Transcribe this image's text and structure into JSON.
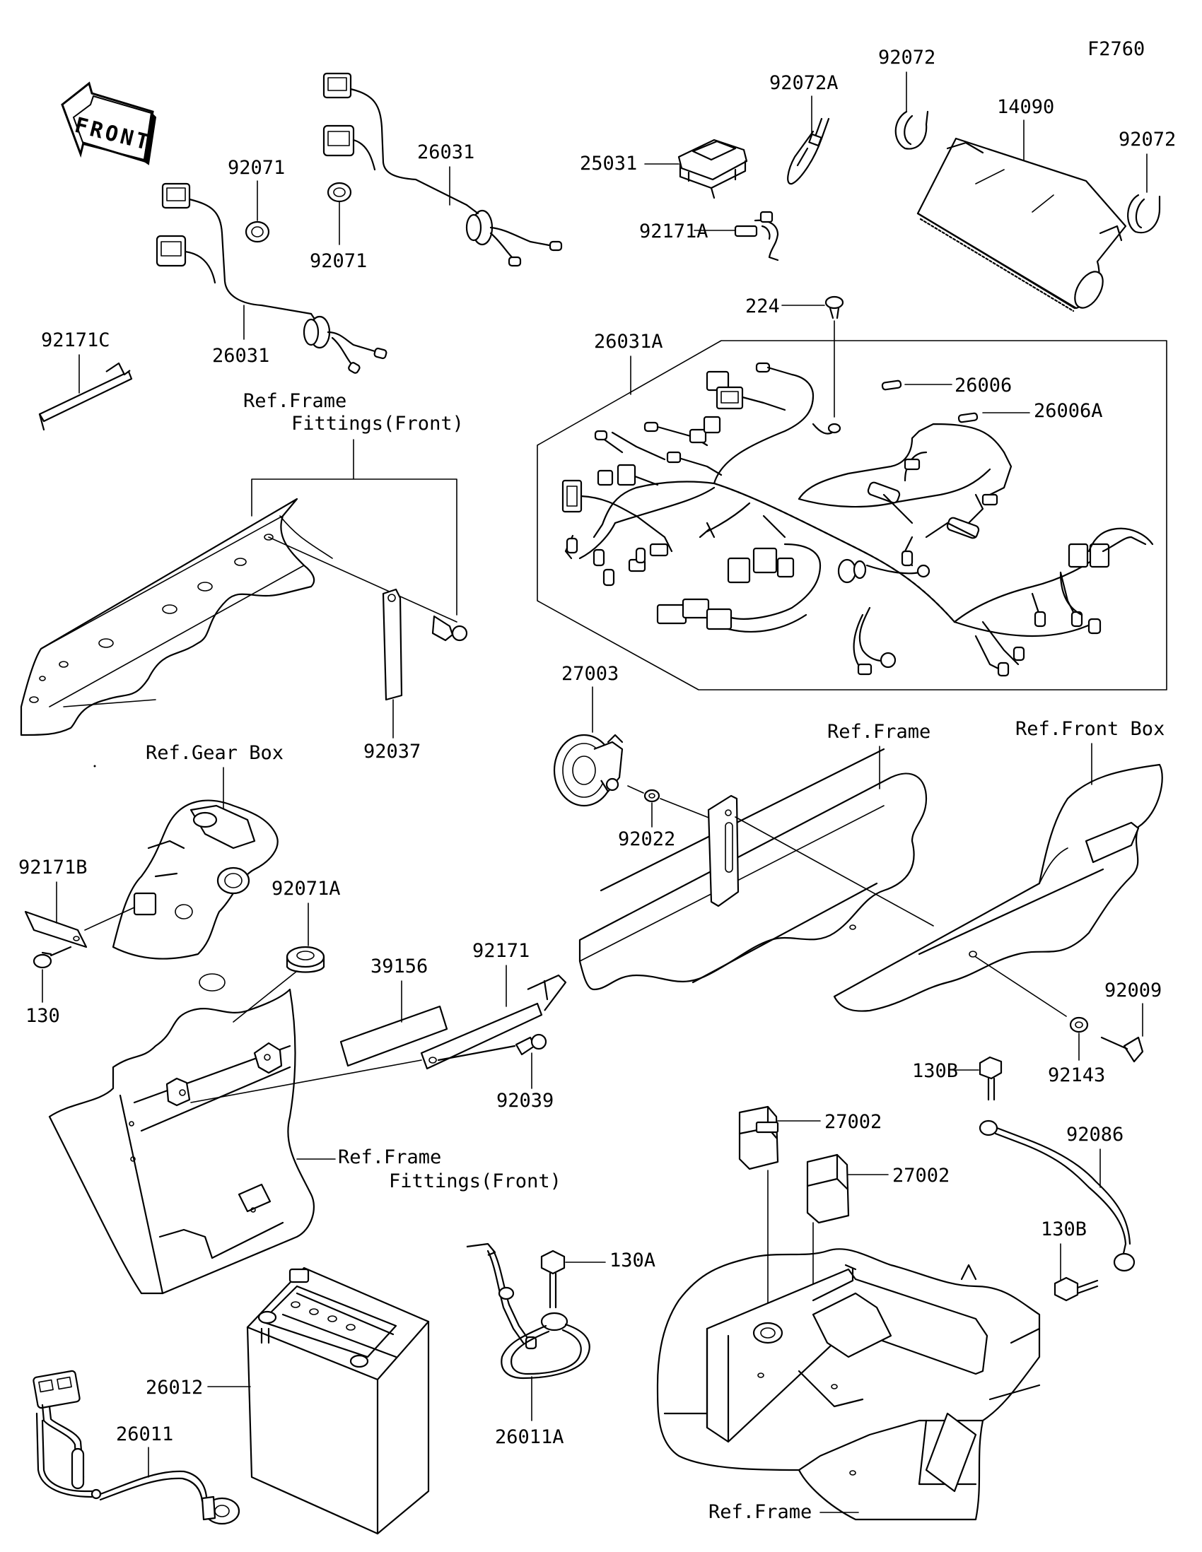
{
  "figure_id": "F2760",
  "direction_label": "FRONT",
  "labels": {
    "p92072_a": "92072",
    "p92072_b": "92072",
    "p92072A": "92072A",
    "p14090": "14090",
    "p25031": "25031",
    "p92171A": "92171A",
    "p26031_top": "26031",
    "p26031_left": "26031",
    "p92071_a": "92071",
    "p92071_b": "92071",
    "p92171C": "92171C",
    "p224": "224",
    "p26031A": "26031A",
    "p26006": "26006",
    "p26006A": "26006A",
    "ref_frame_fittings_top_1": "Ref.Frame",
    "ref_frame_fittings_top_2": "Fittings(Front)",
    "p92037": "92037",
    "p27003": "27003",
    "p92022": "92022",
    "ref_frame_mid": "Ref.Frame",
    "ref_front_box": "Ref.Front Box",
    "ref_gear_box": "Ref.Gear Box",
    "p92171B": "92171B",
    "p130": "130",
    "p92071A": "92071A",
    "p39156": "39156",
    "p92171": "92171",
    "p92039": "92039",
    "ref_frame_fittings_low_1": "Ref.Frame",
    "ref_frame_fittings_low_2": "Fittings(Front)",
    "p92009": "92009",
    "p92143": "92143",
    "p130B_top": "130B",
    "p92086": "92086",
    "p130B_low": "130B",
    "p27002_a": "27002",
    "p27002_b": "27002",
    "p130A": "130A",
    "p26012": "26012",
    "p26011": "26011",
    "p26011A": "26011A",
    "ref_frame_bottom": "Ref.Frame"
  }
}
